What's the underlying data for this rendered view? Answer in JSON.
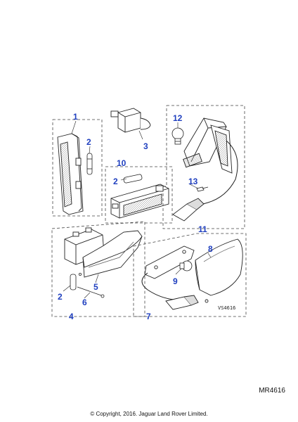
{
  "callouts": {
    "c1": "1",
    "c2a": "2",
    "c3": "3",
    "c10": "10",
    "c2b": "2",
    "c12": "12",
    "c13": "13",
    "c11": "11",
    "c5": "5",
    "c2c": "2",
    "c6": "6",
    "c4": "4",
    "c8": "8",
    "c9": "9",
    "c7": "7"
  },
  "drawing_code": "VS4616",
  "ref_number": "MR4616",
  "copyright": "© Copyright, 2016. Jaguar Land Rover Limited.",
  "colors": {
    "callout": "#1f3fbf",
    "line": "#222222",
    "part_fill": "#ffffff",
    "shade": "#cfcfcf"
  }
}
